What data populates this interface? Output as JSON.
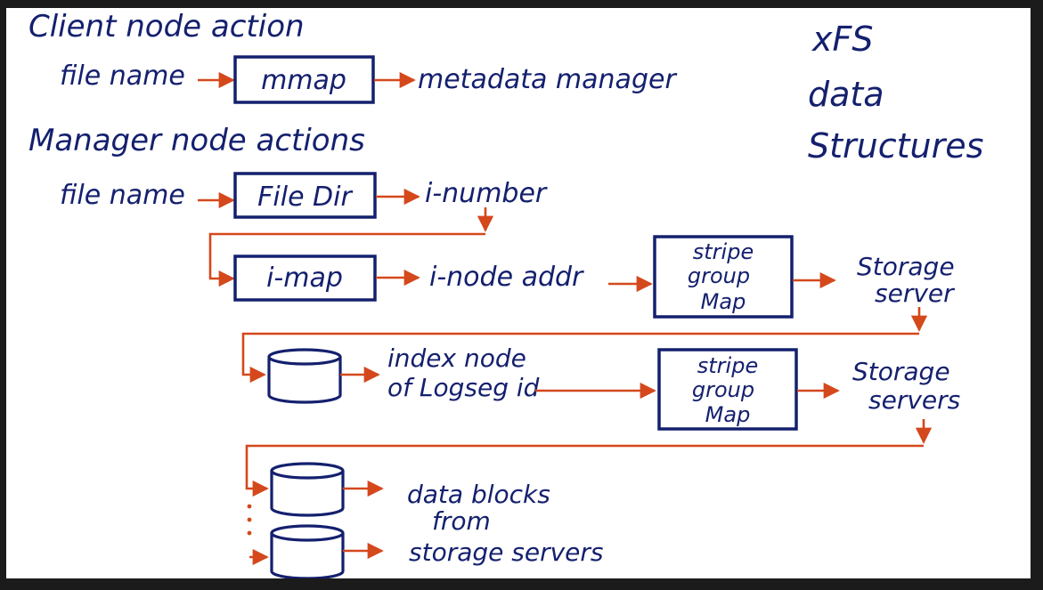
{
  "heading_client": "Client node action",
  "heading_manager": "Manager node actions",
  "title_lines": [
    "xFS",
    "data",
    "Structures"
  ],
  "client_row": {
    "input": "file name",
    "box": "mmap",
    "output": "metadata manager"
  },
  "manager_row1": {
    "input": "file name",
    "box": "File Dir",
    "output": "i-number"
  },
  "manager_row2": {
    "box": "i-map",
    "mid": "i-node addr",
    "stripe_box": [
      "stripe",
      "group",
      "Map"
    ],
    "output": [
      "Storage",
      "server"
    ]
  },
  "manager_row3": {
    "label": [
      "index node",
      "of Logseg id"
    ],
    "stripe_box": [
      "stripe",
      "group",
      "Map"
    ],
    "output": [
      "Storage",
      "servers"
    ]
  },
  "manager_row4": {
    "label": [
      "data blocks",
      "from",
      "storage servers"
    ]
  },
  "colors": {
    "ink": "#14206e",
    "arrow": "#d4481c",
    "background": "#ffffff"
  }
}
